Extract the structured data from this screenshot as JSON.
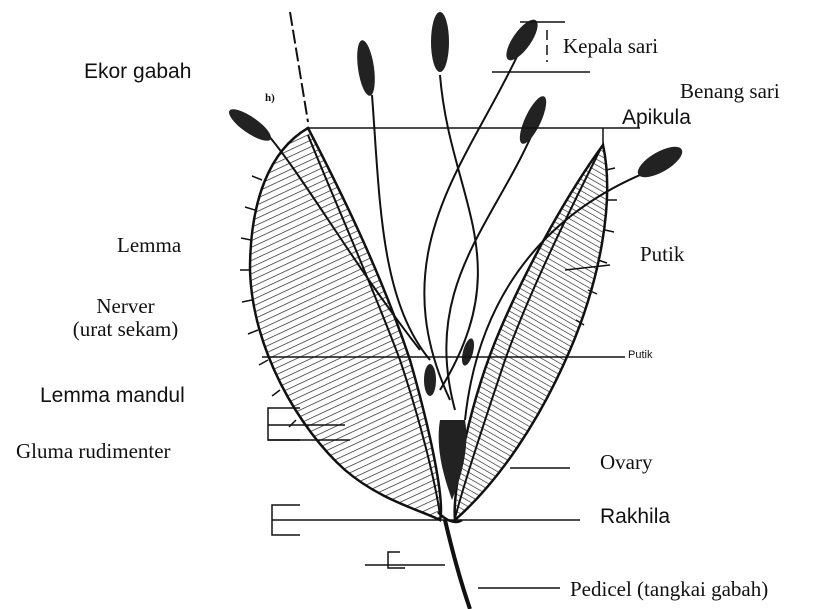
{
  "labels": {
    "ekor_gabah": "Ekor gabah",
    "h_marker": "h)",
    "kepala_sari": "Kepala sari",
    "benang_sari": "Benang sari",
    "apikula": "Apikula",
    "lemma": "Lemma",
    "nerver_line1": "Nerver",
    "nerver_line2": "(urat sekam)",
    "putik_upper": "Putik",
    "putik_lower": "Putik",
    "lemma_mandul": "Lemma mandul",
    "gluma_rudimenter": "Gluma rudimenter",
    "ovary": "Ovary",
    "rakhila": "Rakhila",
    "pedicel": "Pedicel (tangkai gabah)"
  }
}
